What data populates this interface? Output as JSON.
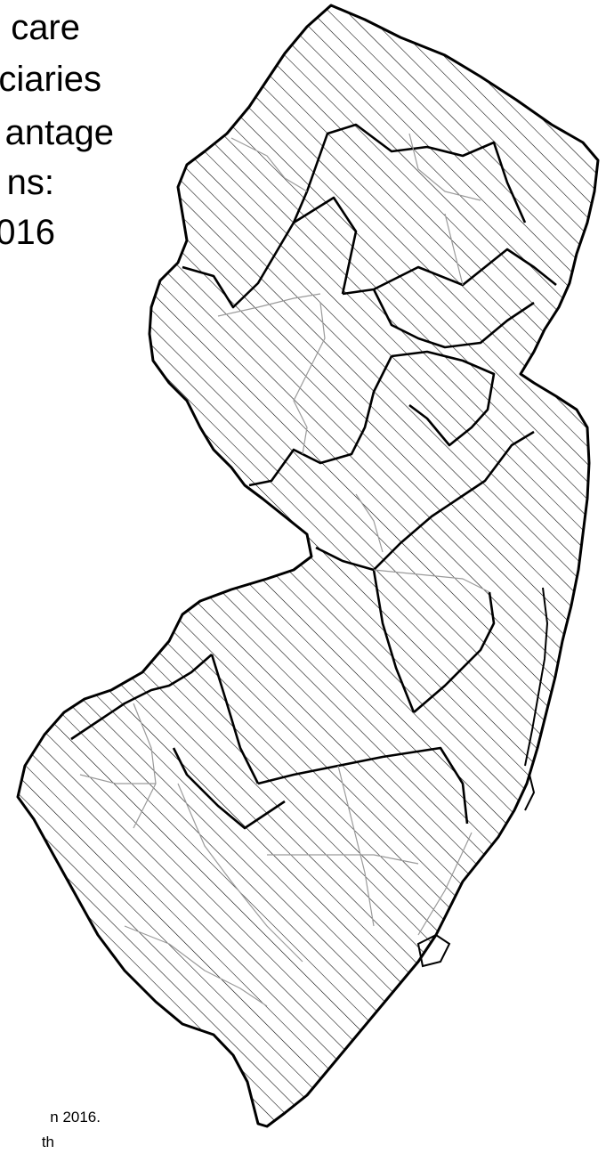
{
  "title": {
    "lines": [
      "care",
      "ciaries",
      "antage",
      "ns:",
      "016"
    ]
  },
  "footnote": {
    "lines": [
      "n 2016.",
      "th"
    ]
  },
  "map": {
    "region": "New Jersey",
    "fill_pattern": "diagonal-hatch",
    "colors": {
      "hatch": "#000000",
      "county_border": "#000000",
      "minor_border": "#9a9a9a",
      "background": "#ffffff"
    }
  }
}
